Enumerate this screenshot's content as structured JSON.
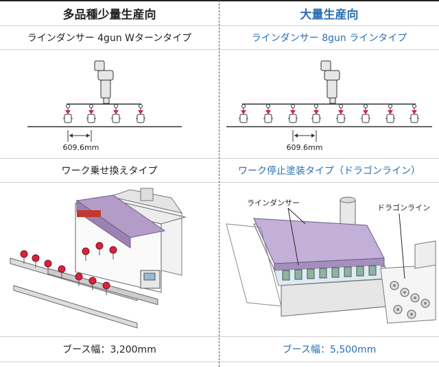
{
  "left": {
    "header": "多品種少量生産向",
    "dancer_type": "ラインダンサー 4gun Wターンタイプ",
    "pitch": "609.6mm",
    "work_type": "ワーク乗せ換えタイプ",
    "booth_width": "ブース幅：3,200mm"
  },
  "right": {
    "header": "大量生産向",
    "dancer_type": "ラインダンサー 8gun ラインタイプ",
    "pitch": "609.6mm",
    "work_type": "ワーク停止塗装タイプ（ドラゴンライン）",
    "callout_dancer": "ラインダンサー",
    "callout_dragon": "ドラゴンライン",
    "booth_width": "ブース幅：5,500mm"
  },
  "colors": {
    "accent_blue": "#2a6fb3",
    "booth_purple": "#b49cc9",
    "gun_red": "#d9233a"
  }
}
